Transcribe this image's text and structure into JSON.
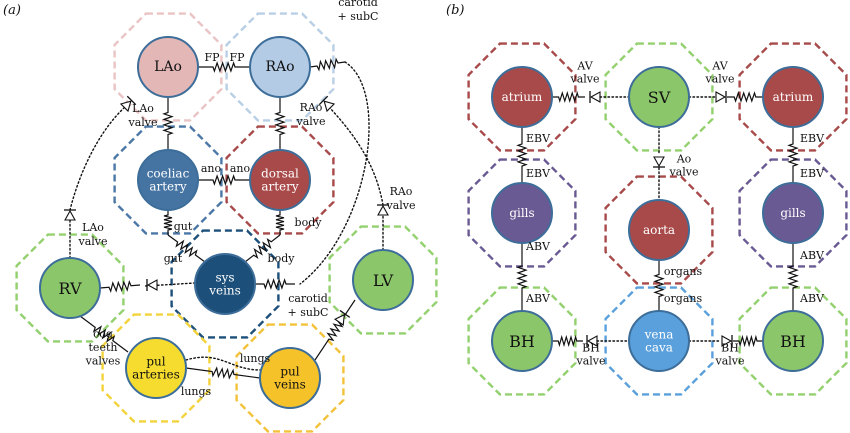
{
  "panels": [
    {
      "id": "a",
      "label": "(a)",
      "nodes": [
        {
          "id": "LAo",
          "label": [
            "LAo"
          ],
          "fill": "#e4b7b7",
          "text": "dark",
          "octagon": "#eac4c4"
        },
        {
          "id": "RAo",
          "label": [
            "RAo"
          ],
          "fill": "#b3cbe5",
          "text": "dark",
          "octagon": "#b9cfe6"
        },
        {
          "id": "coeliac",
          "label": [
            "coeliac",
            "artery"
          ],
          "fill": "#4574a3",
          "text": "light",
          "octagon": "#4b77a6"
        },
        {
          "id": "dorsal",
          "label": [
            "dorsal",
            "artery"
          ],
          "fill": "#a94a4a",
          "text": "light",
          "octagon": "#a84a4a"
        },
        {
          "id": "RV",
          "label": [
            "RV"
          ],
          "fill": "#8cc66a",
          "text": "dark",
          "octagon": "#93d06e"
        },
        {
          "id": "sysveins",
          "label": [
            "sys",
            "veins"
          ],
          "fill": "#1c4f7a",
          "text": "light",
          "octagon": "#1c4f7a"
        },
        {
          "id": "LV",
          "label": [
            "LV"
          ],
          "fill": "#8cc66a",
          "text": "dark",
          "octagon": "#93d06e"
        },
        {
          "id": "pularteries",
          "label": [
            "pul",
            "arteries"
          ],
          "fill": "#f5dc2e",
          "text": "dark",
          "octagon": "#f3d33b"
        },
        {
          "id": "pulveins",
          "label": [
            "pul",
            "veins"
          ],
          "fill": "#f6c22a",
          "text": "dark",
          "octagon": "#f3c23b"
        }
      ],
      "edge_labels": [
        {
          "text": [
            "FP"
          ]
        },
        {
          "text": [
            "FP"
          ]
        },
        {
          "text": [
            "carotid",
            "+ subC"
          ]
        },
        {
          "text": [
            "LAo",
            "valve"
          ]
        },
        {
          "text": [
            "RAo",
            "valve"
          ]
        },
        {
          "text": [
            "ano"
          ]
        },
        {
          "text": [
            "ano"
          ]
        },
        {
          "text": [
            "gut"
          ]
        },
        {
          "text": [
            "body"
          ]
        },
        {
          "text": [
            "RAo",
            "valve"
          ]
        },
        {
          "text": [
            "LAo",
            "valve"
          ]
        },
        {
          "text": [
            "gut"
          ]
        },
        {
          "text": [
            "body"
          ]
        },
        {
          "text": [
            "carotid",
            "+ subC"
          ]
        },
        {
          "text": [
            "cog",
            "teeth",
            "valves"
          ]
        },
        {
          "text": [
            "lungs"
          ]
        },
        {
          "text": [
            "lungs"
          ]
        }
      ]
    },
    {
      "id": "b",
      "label": "(b)",
      "nodes": [
        {
          "id": "atriumL",
          "label": [
            "atrium"
          ],
          "fill": "#a94a4a",
          "text": "light",
          "octagon": "#a84a4a"
        },
        {
          "id": "SV",
          "label": [
            "SV"
          ],
          "fill": "#8cc66a",
          "text": "dark",
          "octagon": "#93d06e"
        },
        {
          "id": "atriumR",
          "label": [
            "atrium"
          ],
          "fill": "#a94a4a",
          "text": "light",
          "octagon": "#a84a4a"
        },
        {
          "id": "gillsL",
          "label": [
            "gills"
          ],
          "fill": "#6a5a93",
          "text": "light",
          "octagon": "#6a5a93"
        },
        {
          "id": "aorta",
          "label": [
            "aorta"
          ],
          "fill": "#a94a4a",
          "text": "light",
          "octagon": "#a84a4a"
        },
        {
          "id": "gillsR",
          "label": [
            "gills"
          ],
          "fill": "#6a5a93",
          "text": "light",
          "octagon": "#6a5a93"
        },
        {
          "id": "BHL",
          "label": [
            "BH"
          ],
          "fill": "#8cc66a",
          "text": "dark",
          "octagon": "#93d06e"
        },
        {
          "id": "venacava",
          "label": [
            "vena",
            "cava"
          ],
          "fill": "#5aa0dc",
          "text": "light",
          "octagon": "#5aa0dc"
        },
        {
          "id": "BHR",
          "label": [
            "BH"
          ],
          "fill": "#8cc66a",
          "text": "dark",
          "octagon": "#93d06e"
        }
      ],
      "edge_labels": [
        {
          "text": [
            "AV",
            "valve"
          ]
        },
        {
          "text": [
            "AV",
            "valve"
          ]
        },
        {
          "text": [
            "EBV"
          ]
        },
        {
          "text": [
            "EBV"
          ]
        },
        {
          "text": [
            "EBV"
          ]
        },
        {
          "text": [
            "EBV"
          ]
        },
        {
          "text": [
            "Ao",
            "valve"
          ]
        },
        {
          "text": [
            "ABV"
          ]
        },
        {
          "text": [
            "ABV"
          ]
        },
        {
          "text": [
            "ABV"
          ]
        },
        {
          "text": [
            "ABV"
          ]
        },
        {
          "text": [
            "organs"
          ]
        },
        {
          "text": [
            "organs"
          ]
        },
        {
          "text": [
            "BH",
            "valve"
          ]
        },
        {
          "text": [
            "BH",
            "valve"
          ]
        }
      ]
    }
  ],
  "colors": {
    "node_stroke": "#3d6d99",
    "line": "#111111"
  }
}
